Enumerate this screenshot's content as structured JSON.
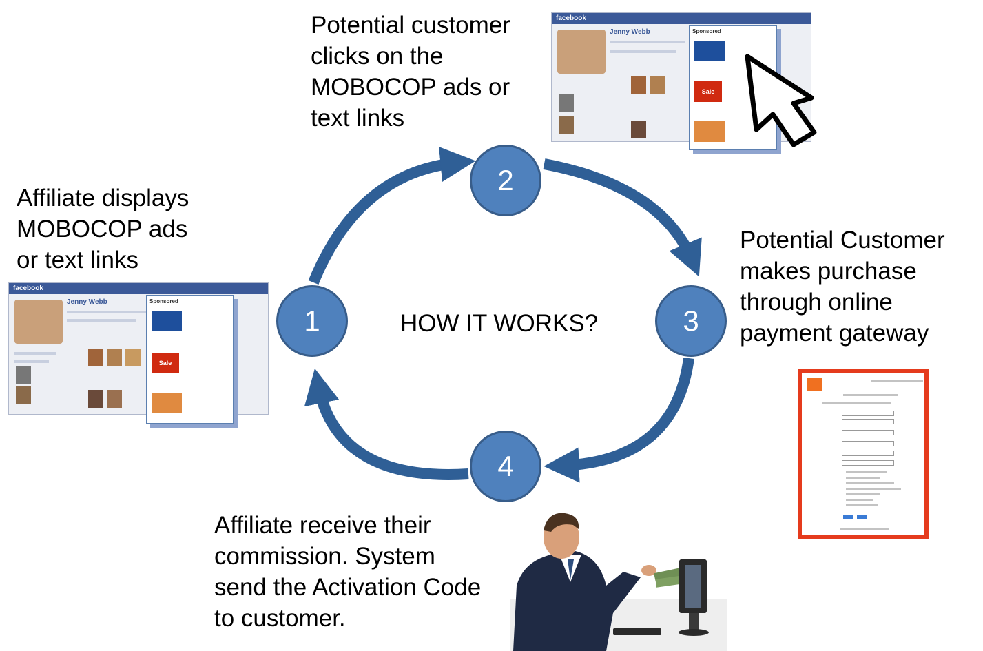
{
  "diagram": {
    "center_title": "HOW IT WORKS?",
    "steps": [
      {
        "number": "1",
        "caption": "Affiliate displays\nMOBOCOP ads\nor text links"
      },
      {
        "number": "2",
        "caption": "Potential customer\nclicks on the\nMOBOCOP ads or\ntext links"
      },
      {
        "number": "3",
        "caption": "Potential Customer\nmakes purchase\nthrough online\npayment gateway"
      },
      {
        "number": "4",
        "caption": "Affiliate receive their\ncommission. System\nsend the Activation Code\nto customer."
      }
    ],
    "colors": {
      "circle_fill": "#4f81bd",
      "circle_border": "#385d8a",
      "arrow": "#2f5f96"
    }
  },
  "screenshots": {
    "facebook_brand": "facebook",
    "profile_name": "Jenny Webb",
    "ad_header": "Sponsored",
    "sale_badge": "Sale"
  }
}
